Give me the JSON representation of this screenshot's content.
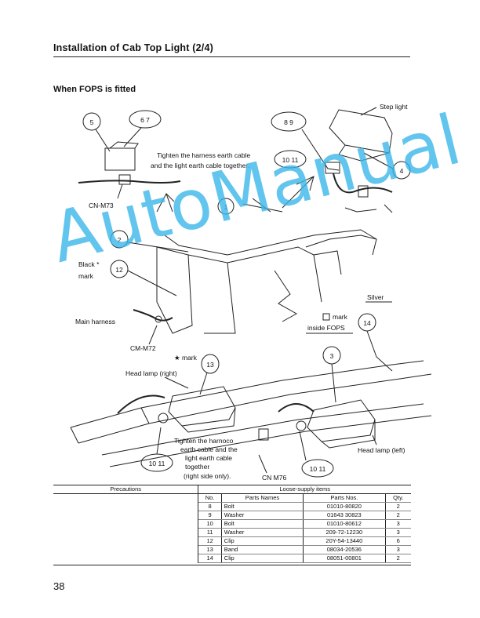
{
  "header": {
    "title": "Installation of Cab Top Light  (2/4)"
  },
  "section": {
    "subtitle": "When FOPS is fitted"
  },
  "diagram": {
    "labels": {
      "step_light": "Step light",
      "tighten_1_line1": "Tighten the harness earth cable",
      "tighten_1_line2": "and the light earth cable together.",
      "cn_m73": "CN-M73",
      "black_mark_1": "Black *",
      "black_mark_2": "mark",
      "main_harness": "Main harness",
      "cn_m72": "CM-M72",
      "silver": "Silver",
      "mark_inside_1": "mark",
      "mark_inside_2": "inside FOPS",
      "star_mark": "★ mark",
      "head_lamp_right": "Head lamp (right)",
      "head_lamp_left": "Head lamp (left)",
      "tighten_2_line1": "Tighten the harnoco",
      "tighten_2_line2": "earth cable and the",
      "tighten_2_line3": "light earth cable",
      "tighten_2_line4": "together",
      "tighten_2_line5": "(right side only).",
      "cn_m76": "CN M76"
    },
    "callouts": {
      "c5": "5",
      "c67": "6 7",
      "c89": "8 9",
      "c1011_top": "10 11",
      "c4": "4",
      "c1": "1",
      "c2": "2",
      "c12": "12",
      "c14": "14",
      "c13": "13",
      "c3": "3",
      "c1011_left": "10 11",
      "c1011_right": "10 11"
    }
  },
  "watermark": {
    "text": "AutoManual"
  },
  "table": {
    "precautions_header": "Precautions",
    "loose_header": "Loose-supply items",
    "columns": [
      "No.",
      "Parts Names",
      "Parts Nos.",
      "Qty."
    ],
    "rows": [
      [
        "8",
        "Bolt",
        "01010-80820",
        "2"
      ],
      [
        "9",
        "Washer",
        "01643 30823",
        "2"
      ],
      [
        "10",
        "Bolt",
        "01010-80612",
        "3"
      ],
      [
        "11",
        "Washer",
        "209-72-12230",
        "3"
      ],
      [
        "12",
        "Clip",
        "20Y-54-13440",
        "6"
      ],
      [
        "13",
        "Band",
        "08034-20536",
        "3"
      ],
      [
        "14",
        "Clip",
        "08051-00801",
        "2"
      ]
    ]
  },
  "footer": {
    "page_number": "38"
  }
}
